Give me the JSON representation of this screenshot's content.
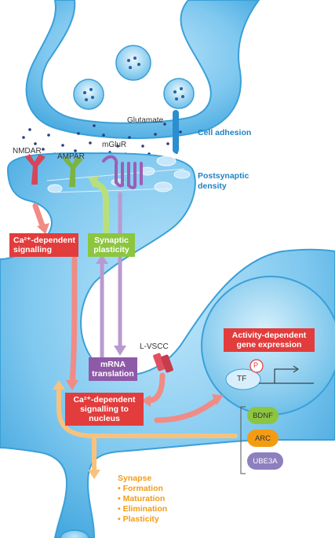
{
  "labels": {
    "glutamate": "Glutamate",
    "cell_adhesion": "Cell adhesion",
    "nmdar": "NMDAR",
    "ampar": "AMPAR",
    "mglur": "mGluR",
    "postsynaptic_density": [
      "Postsynaptic",
      "density"
    ],
    "ca_signalling": [
      "Ca²⁺-dependent",
      "signalling"
    ],
    "synaptic_plasticity": [
      "Synaptic",
      "plasticity"
    ],
    "lvscc": "L-VSCC",
    "activity_gene_expression": [
      "Activity-dependent",
      "gene expression"
    ],
    "tf": "TF",
    "p": "P",
    "mrna_translation": [
      "mRNA",
      "translation"
    ],
    "ca_nucleus": [
      "Ca²⁺-dependent",
      "signalling to",
      "nucleus"
    ],
    "bdnf": "BDNF",
    "arc": "ARC",
    "ube3a": "UBE3A",
    "synapse_title": "Synapse",
    "synapse_items": [
      "• Formation",
      "• Maturation",
      "• Elimination",
      "• Plasticity"
    ]
  },
  "colors": {
    "membrane": "#5bb8e8",
    "membrane_light": "#a9dbf5",
    "red": "#e23c3c",
    "green": "#8cc63f",
    "purple": "#8e5aa7",
    "orange": "#f39c12",
    "cell_adhesion": "#1f82c4"
  }
}
